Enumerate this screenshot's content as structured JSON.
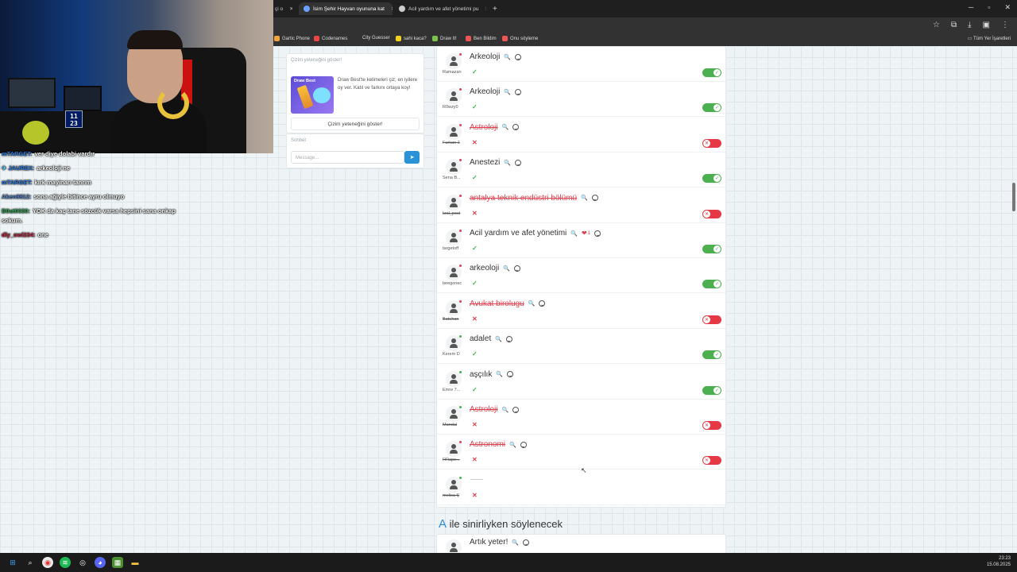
{
  "browser": {
    "tabs": [
      {
        "label": "çi o",
        "active": false
      },
      {
        "label": "İsim Şehir Hayvan oyununa kat",
        "active": true
      },
      {
        "label": "Acil yardım ve afet yönetimi pu",
        "active": false
      }
    ],
    "new_tab": "+",
    "bookmarks": [
      "Gartic Phone",
      "Codenames",
      "City Guesser",
      "sahi kaca?",
      "Draw It!",
      "Ben Bildim",
      "Onu söyleme"
    ],
    "bookmarks_right": "Tüm Yer İşaretleri"
  },
  "sidebar": {
    "ad": {
      "title": "Çizim yeteneğini göster!",
      "thumb_label": "Draw Best",
      "description": "Draw Best'te kelimeleri çiz, en iyilere oy ver. Katıl ve farkını ortaya koy!",
      "button": "Çizim yeteneğini göster!"
    },
    "chat_panel": {
      "title": "Sohbet",
      "placeholder": "Message..."
    }
  },
  "answers": [
    {
      "user": "Ramazan",
      "word": "Arkeoloji",
      "correct": true,
      "online": false
    },
    {
      "user": "R0wzy0",
      "word": "Arkeoloji",
      "correct": true,
      "online": false
    },
    {
      "user": "Furkan 1",
      "word": "Astroloji",
      "correct": false,
      "online": false
    },
    {
      "user": "Sena B...",
      "word": "Anestezi",
      "correct": true,
      "online": false
    },
    {
      "user": "kral_post",
      "word": "antalya teknik endüstri bölümü",
      "correct": false,
      "online": false
    },
    {
      "user": "targetoff",
      "word": "Acil yardım ve afet yönetimi",
      "correct": true,
      "online": false,
      "likes": "1"
    },
    {
      "user": "beegonec",
      "word": "arkeoloji",
      "correct": true,
      "online": false
    },
    {
      "user": "Batuhan",
      "word": "Avukat birolugu",
      "correct": false,
      "online": false
    },
    {
      "user": "Kerem D",
      "word": "adalet",
      "correct": true,
      "online": true
    },
    {
      "user": "Emre 7...",
      "word": "aşçılık",
      "correct": true,
      "online": true
    },
    {
      "user": "Mandal",
      "word": "Astroloji",
      "correct": false,
      "online": true
    },
    {
      "user": "RRapo...",
      "word": "Astronomi",
      "correct": false,
      "online": false
    },
    {
      "user": "melisa Ş",
      "word": "",
      "correct": false,
      "online": true,
      "pending": true
    }
  ],
  "next_section": {
    "letter": "A",
    "title": "ile sinirliyken söylenecek",
    "first_word": "Artık yeter!"
  },
  "stream_chat": [
    {
      "user": "mTARGET:",
      "text": "ver diye dolabi vardır",
      "color": "#2f7de0"
    },
    {
      "user": "JAUREX:",
      "text": "arkeoloji ne",
      "color": "#2f7de0",
      "icon": "✕"
    },
    {
      "user": "mTARGET:",
      "text": "kırk mayinarı tanrım",
      "color": "#2f7de0"
    },
    {
      "user": "Aken9812:",
      "text": "sona ağiyle bitince ayru olmuyo",
      "color": "#5a86c9"
    },
    {
      "user": "B0ut0630:",
      "text": "YOK da kaç tane sözcük varsa hepsini sana onkap sokum.",
      "color": "#3aa85a"
    },
    {
      "user": "dly_owl234:",
      "text": "one",
      "color": "#c0304a"
    }
  ],
  "webcam": {
    "clock_text": "11\n23"
  },
  "taskbar": {
    "time": "23:23",
    "date": "15.08.2025"
  },
  "colors": {
    "correct": "#4caf50",
    "wrong": "#e53946",
    "accent": "#2b8ad6"
  }
}
